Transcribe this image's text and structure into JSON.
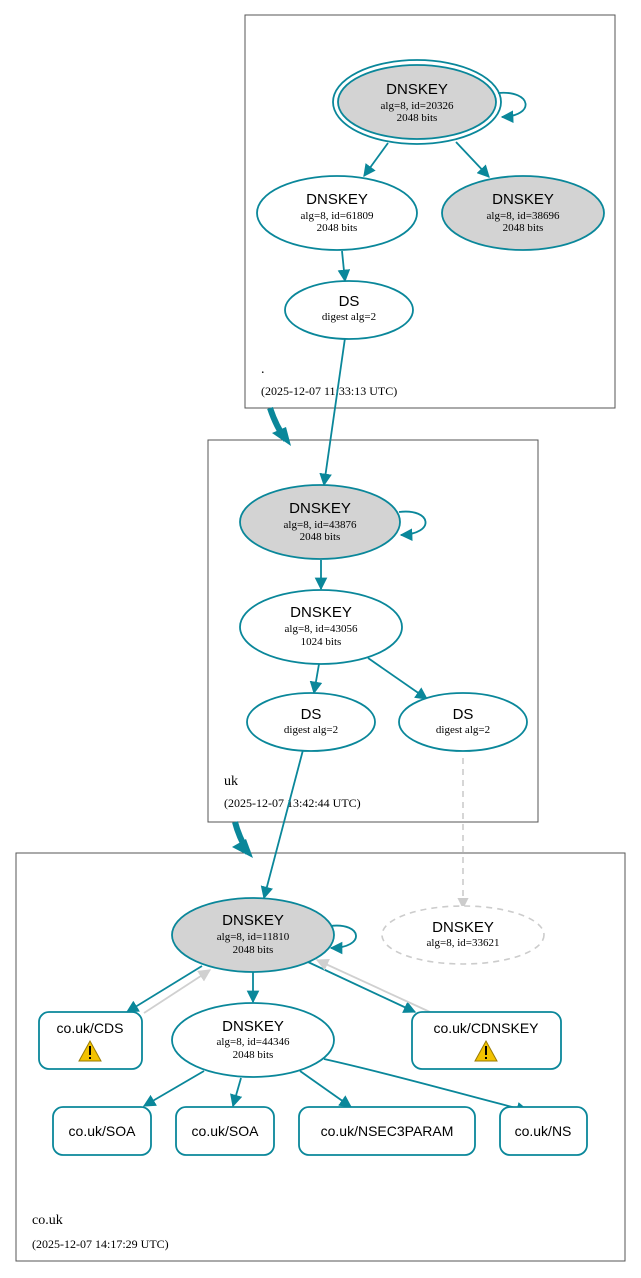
{
  "zones": {
    "root": {
      "name": ".",
      "timestamp": "(2025-12-07 11:33:13 UTC)"
    },
    "uk": {
      "name": "uk",
      "timestamp": "(2025-12-07 13:42:44 UTC)"
    },
    "couk": {
      "name": "co.uk",
      "timestamp": "(2025-12-07 14:17:29 UTC)"
    }
  },
  "nodes": {
    "root_ksk": {
      "title": "DNSKEY",
      "line1": "alg=8, id=20326",
      "line2": "2048 bits"
    },
    "root_zsk1": {
      "title": "DNSKEY",
      "line1": "alg=8, id=61809",
      "line2": "2048 bits"
    },
    "root_zsk2": {
      "title": "DNSKEY",
      "line1": "alg=8, id=38696",
      "line2": "2048 bits"
    },
    "root_ds": {
      "title": "DS",
      "line1": "digest alg=2"
    },
    "uk_ksk": {
      "title": "DNSKEY",
      "line1": "alg=8, id=43876",
      "line2": "2048 bits"
    },
    "uk_zsk": {
      "title": "DNSKEY",
      "line1": "alg=8, id=43056",
      "line2": "1024 bits"
    },
    "uk_ds1": {
      "title": "DS",
      "line1": "digest alg=2"
    },
    "uk_ds2": {
      "title": "DS",
      "line1": "digest alg=2"
    },
    "couk_ksk": {
      "title": "DNSKEY",
      "line1": "alg=8, id=11810",
      "line2": "2048 bits"
    },
    "couk_missing": {
      "title": "DNSKEY",
      "line1": "alg=8, id=33621"
    },
    "couk_zsk": {
      "title": "DNSKEY",
      "line1": "alg=8, id=44346",
      "line2": "2048 bits"
    }
  },
  "records": {
    "cds": "co.uk/CDS",
    "cdnskey": "co.uk/CDNSKEY",
    "soa1": "co.uk/SOA",
    "soa2": "co.uk/SOA",
    "nsec3param": "co.uk/NSEC3PARAM",
    "ns": "co.uk/NS"
  },
  "colors": {
    "edge": "#0a879a",
    "node_fill_grey": "#d3d3d3",
    "insecure": "#cccccc",
    "warning": "#f2c200"
  }
}
